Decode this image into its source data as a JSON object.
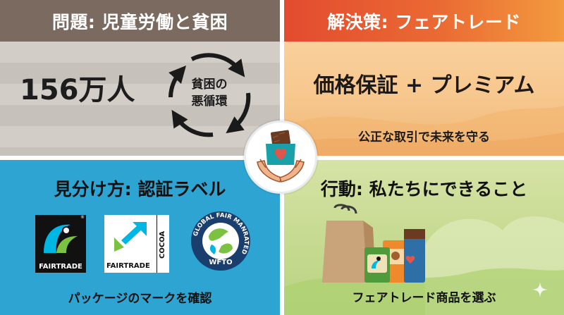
{
  "problem": {
    "header": "問題: 児童労働と貧困",
    "stat": "156万人",
    "cycle_line1": "貧困の",
    "cycle_line2": "悪循環"
  },
  "solution": {
    "header": "解決策: フェアトレード",
    "main": "価格保証 + プレミアム",
    "sub": "公正な取引で未来を守る"
  },
  "identify": {
    "title": "見分け方: 認証ラベル",
    "sub": "パッケージのマークを確認",
    "logo1_caption": "FAIRTRADE",
    "logo1_reg": "®",
    "logo2_caption": "FAIRTRADE",
    "logo2_side": "COCOA",
    "logo3_ring": "GLOBAL FAIR MANRATED",
    "logo3_caption": "WFTO"
  },
  "action": {
    "title": "行動: 私たちにできること",
    "sub": "フェアトレード商品を選ぶ"
  },
  "colors": {
    "problem_header": "#7b6a60",
    "solution_header": "#e34b2f",
    "identify_bg": "#2ea4d2",
    "action_bg": "#c8db93",
    "fairtrade_green": "#7cc242",
    "fairtrade_blue": "#00b6e2",
    "heart": "#e2554b"
  },
  "icons": [
    "cycle-arrows-icon",
    "hands-chocolate-heart-icon",
    "fairtrade-logo-icon",
    "cocoa-logo-icon",
    "wfto-logo-icon",
    "shopping-bag-icon",
    "sparkle-icon"
  ]
}
